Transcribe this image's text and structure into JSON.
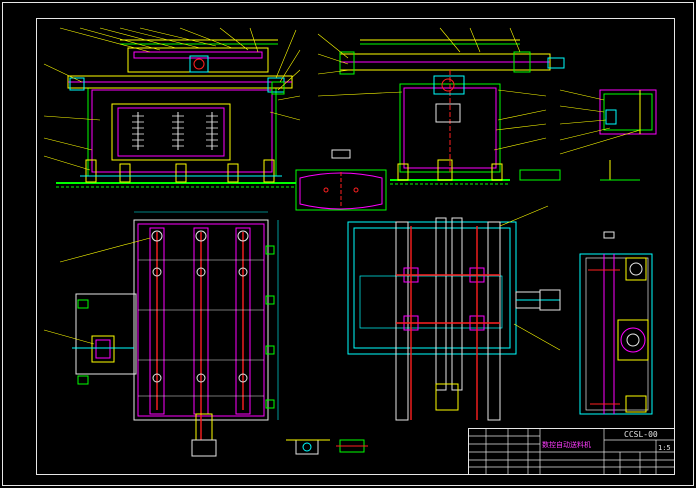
{
  "drawing": {
    "drawing_number": "CCSL-00",
    "title": "数控自动送料机",
    "scale": "1:5"
  },
  "colors": {
    "background": "#000000",
    "frame": "#ffffff",
    "yellow": "#ffff00",
    "magenta": "#ff00ff",
    "green": "#00ff00",
    "cyan": "#00ffff",
    "red": "#ff2020",
    "blue": "#4060ff",
    "white": "#e6e6e6"
  }
}
